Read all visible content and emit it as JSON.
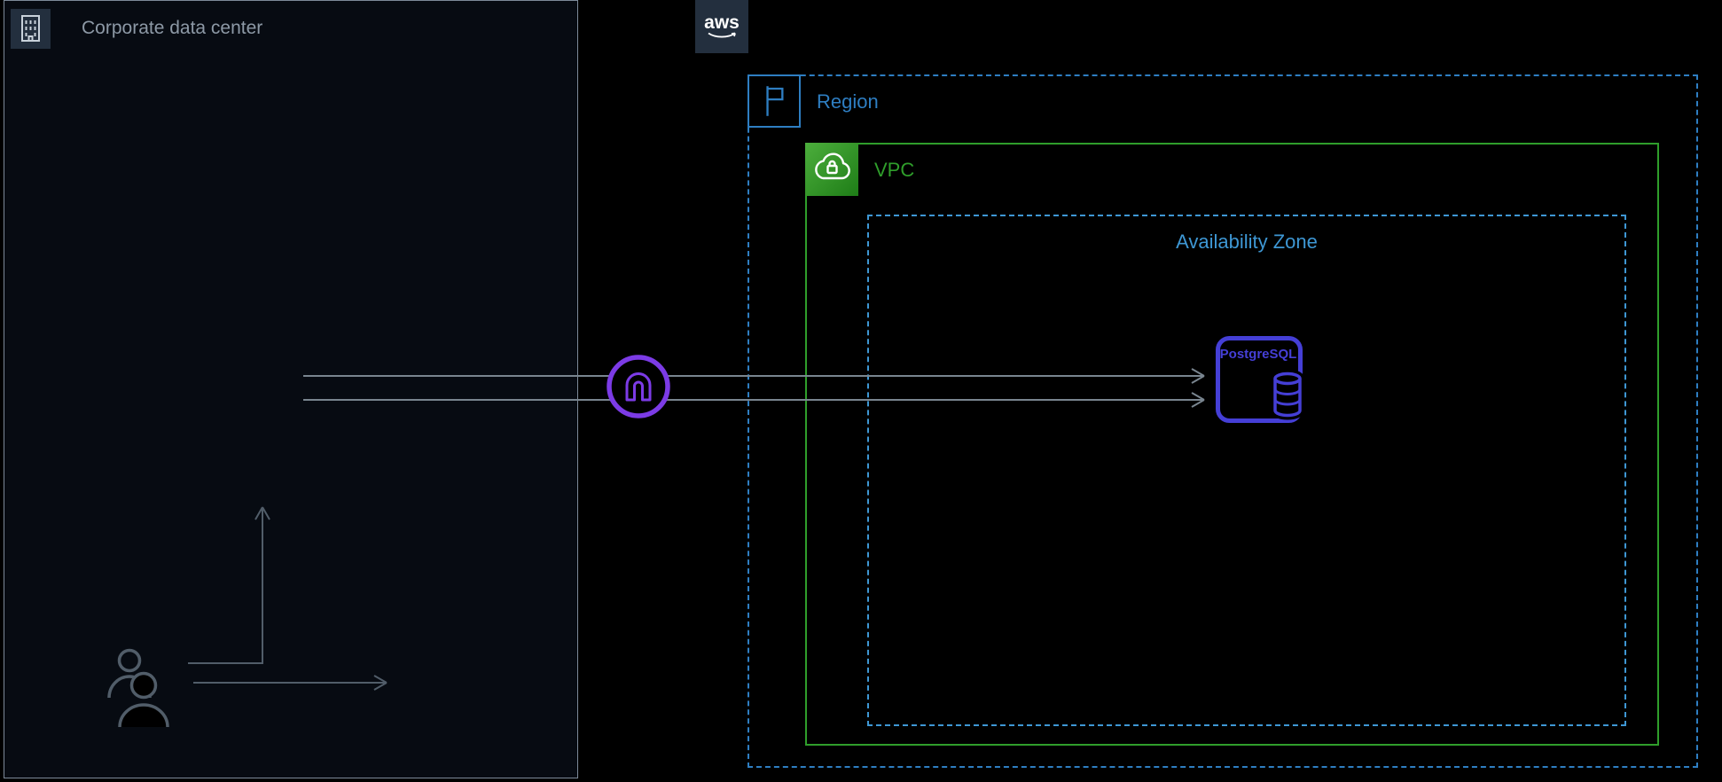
{
  "diagram": {
    "corporate": {
      "label": "Corporate data center"
    },
    "aws": {
      "label": "aws"
    },
    "region": {
      "label": "Region"
    },
    "vpc": {
      "label": "VPC"
    },
    "availability_zone": {
      "label": "Availability Zone"
    },
    "database": {
      "label": "PostgreSQL"
    },
    "icons": {
      "corporate": "building-icon",
      "region": "flag-icon",
      "vpc": "cloud-lock-icon",
      "gateway": "vpn-tunnel-icon",
      "database": "database-cylinder-icon",
      "users": "users-icon",
      "aws": "aws-logo"
    }
  },
  "colors": {
    "background": "#000000",
    "corporate_bg": "#070B12",
    "corporate_border": "#7D8A99",
    "corporate_label": "#8D99A6",
    "icon_tile_bg": "#232F3E",
    "building_glyph": "#C9D2DB",
    "aws_logo_bg": "#232F3E",
    "aws_logo_text": "#FFFFFF",
    "region_blue": "#2E7EC2",
    "az_blue": "#3E97D4",
    "vpc_green": "#2F9E2B",
    "vpc_green_light": "#4CAE3C",
    "vpc_green_dark": "#1E7D17",
    "database_blue": "#453FD6",
    "gateway_purple": "#7C3BE6",
    "arrow_gray": "#79858F",
    "users_gray": "#515D69"
  }
}
